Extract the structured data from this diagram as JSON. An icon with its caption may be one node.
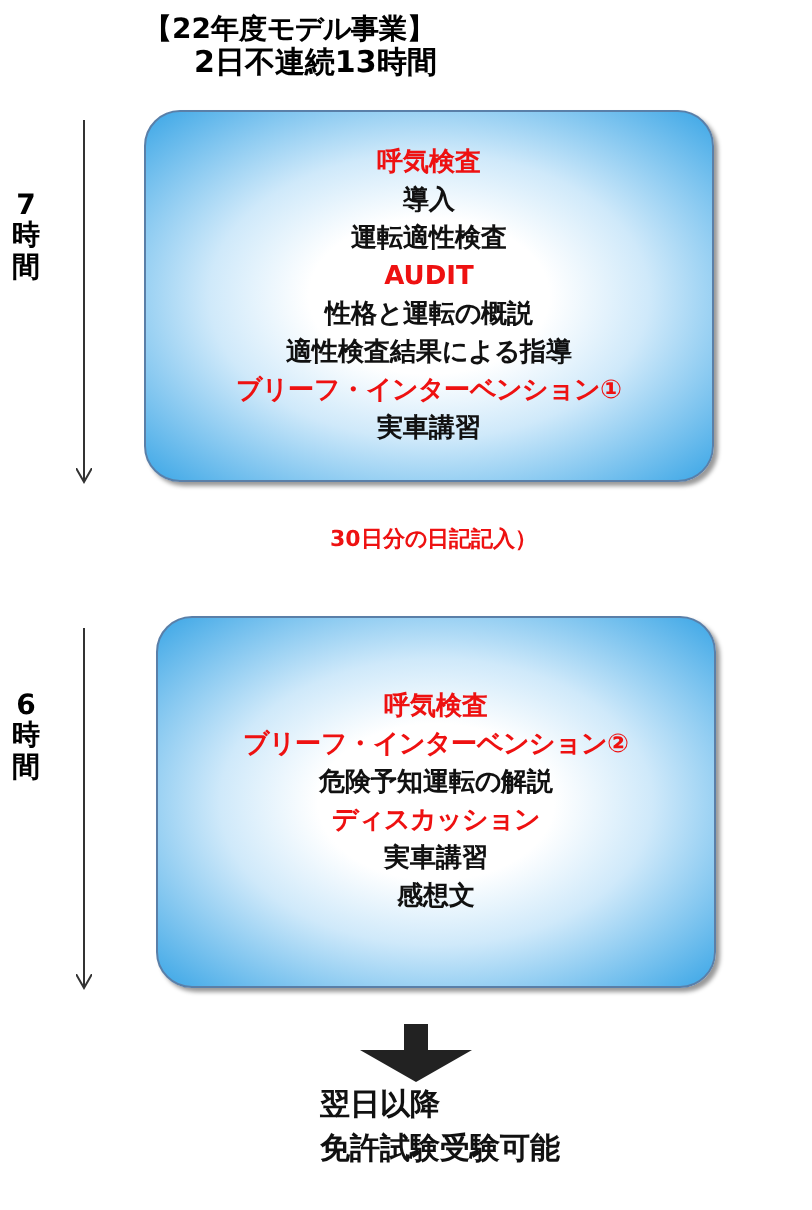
{
  "diagram": {
    "title": "【22年度モデル事業】",
    "nodes": [
      {
        "text": [
          "呼気検査",
          "導入",
          "運転適性検査",
          "AUDIT",
          "性格と運転の概説",
          "適性検査結果による指導",
          "ブリーフ・インターベンション①",
          "実車講習"
        ]
      },
      {
        "text": [
          "呼気検査",
          "ブリーフ・インターベンション②",
          "危険予知運転の解説",
          "ディスカッション",
          "実車講習",
          "感想文"
        ]
      },
      {
        "text": [
          "翌日以降",
          "免許試験受験可能"
        ]
      }
    ],
    "edges": [
      {
        "from": 1,
        "to": 2,
        "arrow": "to"
      }
    ],
    "labels": [
      "2日不連続13時間",
      "7時間",
      "30日分の日記記入）",
      "6時間"
    ]
  }
}
